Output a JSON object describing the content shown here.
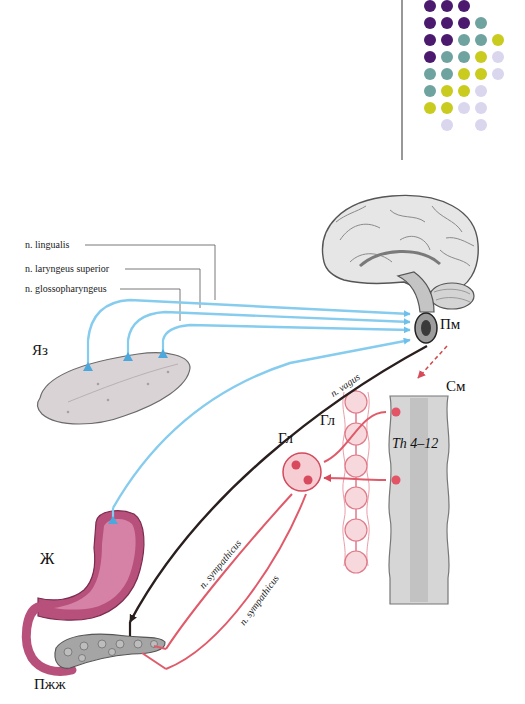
{
  "diagram": {
    "nodes": [
      {
        "text": [
          "Пм"
        ]
      },
      {
        "text": [
          "Яз"
        ]
      },
      {
        "text": [
          "См",
          "Th 4–12"
        ]
      },
      {
        "text": [
          "Гл"
        ]
      },
      {
        "text": [
          "Ж"
        ]
      },
      {
        "text": [
          "Пжж"
        ]
      }
    ],
    "edges": [
      {
        "from": 1,
        "to": 0,
        "arrow": "to"
      },
      {
        "from": 1,
        "to": 0,
        "arrow": "to"
      },
      {
        "from": 1,
        "to": 0,
        "arrow": "to"
      },
      {
        "from": 4,
        "to": 0,
        "arrow": "to"
      },
      {
        "from": 0,
        "to": 5,
        "label": "n. vagus",
        "arrow": "to"
      },
      {
        "from": 0,
        "to": 2,
        "arrow": "to"
      },
      {
        "from": 2,
        "to": 3,
        "arrow": "none"
      },
      {
        "from": 2,
        "to": 3,
        "arrow": "to"
      },
      {
        "from": 3,
        "to": 5,
        "label": "n. sympathicus",
        "arrow": "none"
      },
      {
        "from": 3,
        "to": 5,
        "label": "n. sympathicus",
        "arrow": "none"
      }
    ],
    "labels": [
      "n. lingualis",
      "n. laryngeus superior",
      "n. glossopharyngeus",
      "Гл"
    ]
  }
}
